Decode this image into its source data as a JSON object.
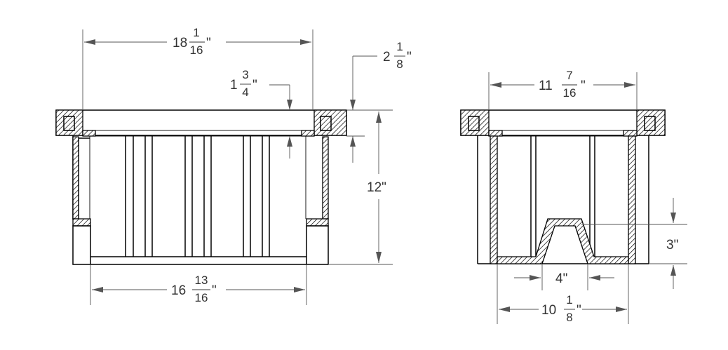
{
  "front_view": {
    "overall_width": {
      "whole": "18",
      "num": "1",
      "den": "16",
      "unit": "\""
    },
    "rim_inset": {
      "whole": "1",
      "num": "3",
      "den": "4",
      "unit": "\""
    },
    "rim_depth": {
      "whole": "2",
      "num": "1",
      "den": "8",
      "unit": "\""
    },
    "height": "12\"",
    "base_width": {
      "whole": "16",
      "num": "13",
      "den": "16",
      "unit": "\""
    }
  },
  "side_view": {
    "overall_width": {
      "whole": "11",
      "num": "7",
      "den": "16",
      "unit": "\""
    },
    "channel_height": "3\"",
    "channel_width": "4\"",
    "base_width": {
      "whole": "10",
      "num": "1",
      "den": "8",
      "unit": "\""
    }
  }
}
